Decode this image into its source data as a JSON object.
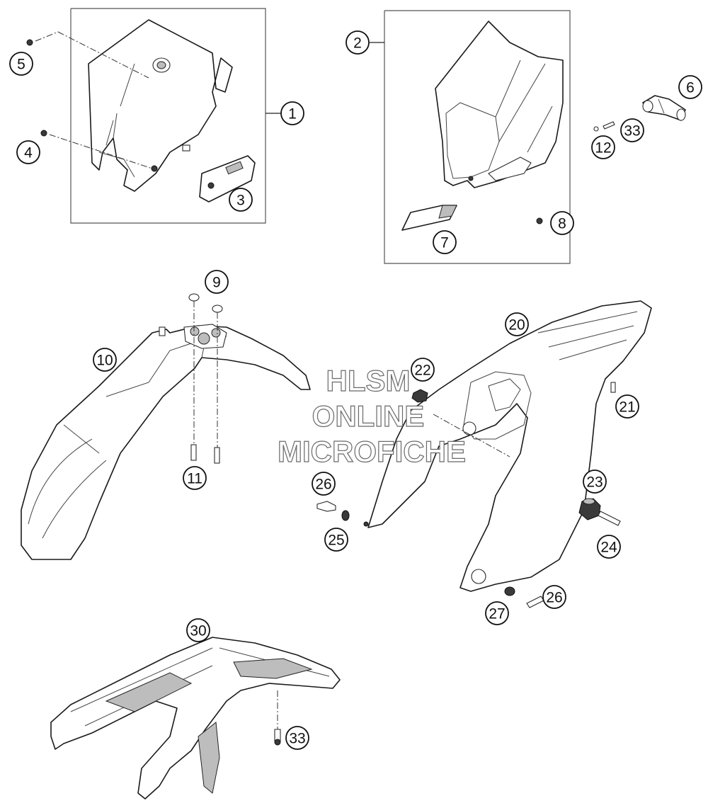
{
  "callouts": [
    {
      "id": "1",
      "label": "1"
    },
    {
      "id": "2",
      "label": "2"
    },
    {
      "id": "3",
      "label": "3"
    },
    {
      "id": "4",
      "label": "4"
    },
    {
      "id": "5",
      "label": "5"
    },
    {
      "id": "6",
      "label": "6"
    },
    {
      "id": "7",
      "label": "7"
    },
    {
      "id": "8",
      "label": "8"
    },
    {
      "id": "9",
      "label": "9"
    },
    {
      "id": "10",
      "label": "10"
    },
    {
      "id": "11",
      "label": "11"
    },
    {
      "id": "12",
      "label": "12"
    },
    {
      "id": "20",
      "label": "20"
    },
    {
      "id": "21",
      "label": "21"
    },
    {
      "id": "22",
      "label": "22"
    },
    {
      "id": "23",
      "label": "23"
    },
    {
      "id": "24",
      "label": "24"
    },
    {
      "id": "25",
      "label": "25"
    },
    {
      "id": "26a",
      "label": "26"
    },
    {
      "id": "26b",
      "label": "26"
    },
    {
      "id": "27",
      "label": "27"
    },
    {
      "id": "30",
      "label": "30"
    },
    {
      "id": "33a",
      "label": "33"
    },
    {
      "id": "33b",
      "label": "33"
    }
  ],
  "watermark": {
    "line1": "HLSM",
    "line2": "ONLINE",
    "line3": "MICROFICHE"
  }
}
